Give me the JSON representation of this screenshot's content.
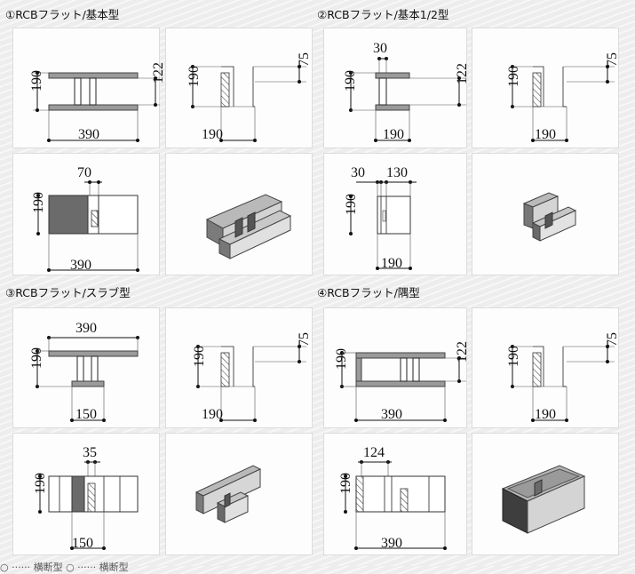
{
  "sections": [
    {
      "title": "①RCBフラット/基本型"
    },
    {
      "title": "②RCBフラット/基本1/2型"
    },
    {
      "title": "③RCBフラット/スラブ型"
    },
    {
      "title": "④RCBフラット/隅型"
    }
  ],
  "dims": {
    "s1": {
      "plan_h": "190",
      "plan_inner": "122",
      "plan_w": "390",
      "side_h": "190",
      "side_top": "75",
      "side_w": "190",
      "front_h": "190",
      "front_gap": "70",
      "front_w": "390"
    },
    "s2": {
      "plan_web": "30",
      "plan_h": "190",
      "plan_inner": "122",
      "plan_w": "190",
      "side_h": "190",
      "side_top": "75",
      "side_w": "190",
      "front_a": "30",
      "front_b": "130",
      "front_h": "190",
      "front_w": "190"
    },
    "s3": {
      "plan_w": "390",
      "plan_h": "190",
      "plan_stem": "150",
      "side_h": "190",
      "side_top": "75",
      "side_w": "190",
      "front_gap": "35",
      "front_h": "190",
      "front_stem": "150"
    },
    "s4": {
      "plan_h": "190",
      "plan_inner": "122",
      "plan_w": "390",
      "side_h": "190",
      "side_top": "75",
      "side_w": "190",
      "front_gap": "124",
      "front_h": "190",
      "front_w": "390"
    }
  },
  "footer_partial": "○ ······ 横断型    ○ ······ 横断型"
}
